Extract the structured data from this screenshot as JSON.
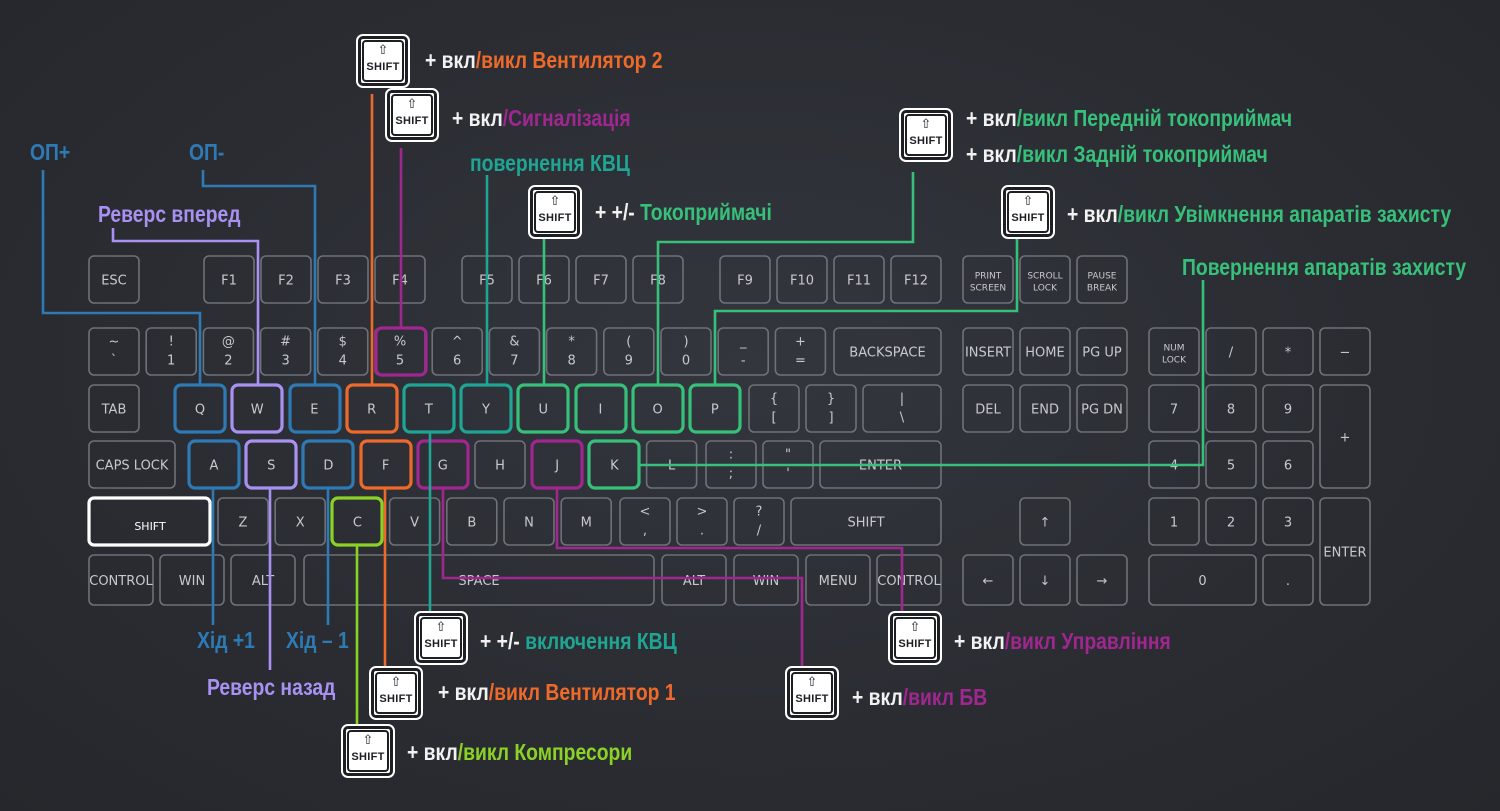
{
  "colors": {
    "blue": "#2e7ab5",
    "lavender": "#a891f0",
    "orange": "#ee6a2b",
    "purple": "#a02690",
    "teal": "#1ea593",
    "green": "#37c07a",
    "lime": "#8ad226",
    "white": "#f2f2f2",
    "key_outline": "#6e7178",
    "key_text": "#c7c9cd"
  },
  "shift_key": {
    "arrow": "⇧",
    "label": "SHIFT"
  },
  "labels": {
    "op_plus": "ОП+",
    "op_minus": "ОП-",
    "reverse_forward": "Реверс вперед",
    "reverse_back": "Реверс назад",
    "step_plus": "Хід +1",
    "step_minus": "Хід – 1",
    "kvc_return": "повернення КВЦ",
    "protection_return": "Повернення апаратів захисту",
    "fan2": {
      "plus": "+ ",
      "on": "вкл",
      "slash_off": "/викл Вентилятор 2"
    },
    "alarm": {
      "plus": "+  ",
      "on": "вкл",
      "slash_off": "/Сигналізація"
    },
    "collectors": {
      "plus": "+  ",
      "pm": "+/-",
      "rest": " Токоприймачі"
    },
    "front_collector": {
      "plus": "+ ",
      "on": "вкл",
      "slash_off": "/викл Передній токоприймач"
    },
    "rear_collector": {
      "plus": "+ ",
      "on": "вкл",
      "slash_off": "/викл Задній токоприймач"
    },
    "protection_on": {
      "plus": "+ ",
      "on": "вкл",
      "slash_off": "/викл Увімкнення апаратів захисту"
    },
    "kvc_on": {
      "plus": "+  ",
      "pm": "+/-",
      "rest": " включення КВЦ"
    },
    "fan1": {
      "plus": "+  ",
      "on": "вкл",
      "slash_off": "/викл Вентилятор 1"
    },
    "compressors": {
      "plus": "+ ",
      "on": "вкл",
      "slash_off": "/викл Компресори"
    },
    "control": {
      "plus": "+  ",
      "on": "вкл",
      "slash_off": "/викл Управління"
    },
    "bv": {
      "plus": "+ ",
      "on": "вкл",
      "slash_off": "/викл БВ"
    }
  },
  "keyboard": {
    "fn_row": [
      "ESC",
      "F1",
      "F2",
      "F3",
      "F4",
      "F5",
      "F6",
      "F7",
      "F8",
      "F9",
      "F10",
      "F11",
      "F12"
    ],
    "sys_keys": [
      [
        "PRINT",
        "SCREEN"
      ],
      [
        "SCROLL",
        "LOCK"
      ],
      [
        "PAUSE",
        "BREAK"
      ]
    ],
    "num_row": [
      [
        "~",
        "`"
      ],
      [
        "!",
        "1"
      ],
      [
        "@",
        "2"
      ],
      [
        "#",
        "3"
      ],
      [
        "$",
        "4"
      ],
      [
        "%",
        "5"
      ],
      [
        "^",
        "6"
      ],
      [
        "&",
        "7"
      ],
      [
        "*",
        "8"
      ],
      [
        "(",
        "9"
      ],
      [
        ")",
        "0"
      ],
      [
        "_",
        "-"
      ],
      [
        "+",
        "="
      ]
    ],
    "backspace": "BACKSPACE",
    "tab": "TAB",
    "top_letters": [
      "Q",
      "W",
      "E",
      "R",
      "T",
      "Y",
      "U",
      "I",
      "O",
      "P"
    ],
    "bracket_keys": [
      [
        "{",
        "["
      ],
      [
        "}",
        "]"
      ],
      [
        "|",
        "\\"
      ]
    ],
    "caps": "CAPS LOCK",
    "home_letters": [
      "A",
      "S",
      "D",
      "F",
      "G",
      "H",
      "J",
      "K",
      "L"
    ],
    "semi_keys": [
      [
        ":",
        ";"
      ],
      [
        "\"",
        "'"
      ]
    ],
    "enter": "ENTER",
    "shift": "SHIFT",
    "bottom_letters": [
      "Z",
      "X",
      "C",
      "V",
      "B",
      "N",
      "M"
    ],
    "punct_keys": [
      [
        "<",
        ","
      ],
      [
        ">",
        "."
      ],
      [
        "?",
        "/"
      ]
    ],
    "control": "CONTROL",
    "win": "WIN",
    "alt": "ALT",
    "space": "SPACE",
    "menu": "MENU",
    "nav_top": [
      "INSERT",
      "HOME",
      "PG UP"
    ],
    "nav_bottom": [
      "DEL",
      "END",
      "PG DN"
    ],
    "arrows": [
      "↑",
      "←",
      "↓",
      "→"
    ],
    "numpad_top": [
      [
        "NUM",
        "LOCK"
      ],
      [
        "/"
      ],
      [
        "*"
      ],
      [
        "−"
      ]
    ],
    "numpad_789": [
      "7",
      "8",
      "9"
    ],
    "numpad_456": [
      "4",
      "5",
      "6"
    ],
    "numpad_123": [
      "1",
      "2",
      "3"
    ],
    "numpad_plus": "+",
    "numpad_zero": "0",
    "numpad_dot": ".",
    "numpad_enter": "ENTER"
  }
}
